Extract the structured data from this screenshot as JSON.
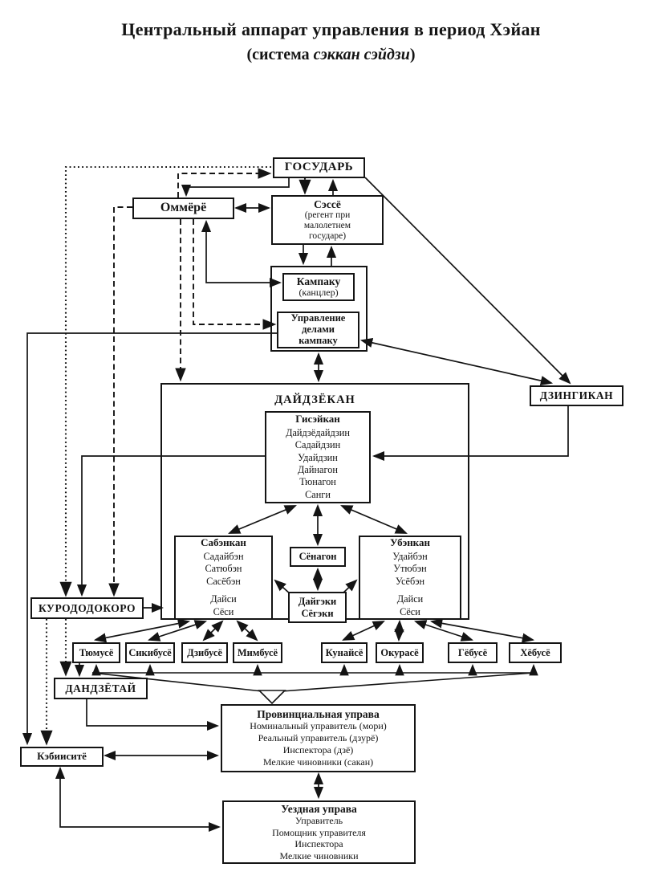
{
  "page": {
    "background": "#ffffff",
    "ink": "#141414"
  },
  "title": {
    "line1": "Центральный аппарат управления в период Хэйан",
    "line2_prefix": "(система ",
    "line2_italic": "сэккан сэйдзи",
    "line2_suffix": ")"
  },
  "nodes": {
    "gosudar": {
      "label": "ГОСУДАРЬ"
    },
    "ommyoryo": {
      "label": "Оммёрё"
    },
    "sesse": {
      "title": "Сэссё",
      "sub1": "(регент при",
      "sub2": "малолетнем",
      "sub3": "государе)"
    },
    "kampaku": {
      "title": "Кампаку",
      "sub": "(канцлер)"
    },
    "upravlenie": {
      "line1": "Управление",
      "line2": "делами",
      "line3": "кампаку"
    },
    "daijokan": {
      "label": "ДАЙДЗЁКАН"
    },
    "giseikan": {
      "title": "Гисэйкан",
      "m1": "Дайдзёдайдзин",
      "m2": "Садайдзин",
      "m3": "Удайдзин",
      "m4": "Дайнагон",
      "m5": "Тюнагон",
      "m6": "Санги"
    },
    "dzingikan": {
      "label": "ДЗИНГИКАН"
    },
    "sabenkan": {
      "title": "Сабэнкан",
      "m1": "Садайбэн",
      "m2": "Сатюбэн",
      "m3": "Сасёбэн",
      "s1": "Дайси",
      "s2": "Сёси"
    },
    "shonagon": {
      "label": "Сёнагон"
    },
    "daigeki": {
      "line1": "Дайгэки",
      "line2": "Сёгэки"
    },
    "ubenkan": {
      "title": "Убэнкан",
      "m1": "Удайбэн",
      "m2": "Утюбэн",
      "m3": "Усёбэн",
      "s1": "Дайси",
      "s2": "Сёси"
    },
    "kurododokoro": {
      "label": "КУРОДОДОКОРО"
    },
    "dandzetai": {
      "label": "ДАНДЗЁТАЙ"
    },
    "kebiisite": {
      "label": "Кэбииситё"
    },
    "provincial": {
      "title": "Провинциальная управа",
      "line1": "Номинальный управитель (мори)",
      "line2": "Реальный управитель (дзурё)",
      "line3": "Инспектора (дзё)",
      "line4": "Мелкие чиновники (сакан)"
    },
    "uezd": {
      "title": "Уездная управа",
      "line1": "Управитель",
      "line2": "Помощник управителя",
      "line3": "Инспектора",
      "line4": "Мелкие чиновники"
    }
  },
  "ministries": [
    {
      "label": "Тюмусё"
    },
    {
      "label": "Сикибусё"
    },
    {
      "label": "Дзибусё"
    },
    {
      "label": "Мимбусё"
    },
    {
      "label": "Кунайсё"
    },
    {
      "label": "Окурасё"
    },
    {
      "label": "Гёбусё"
    },
    {
      "label": "Хёбусё"
    }
  ]
}
